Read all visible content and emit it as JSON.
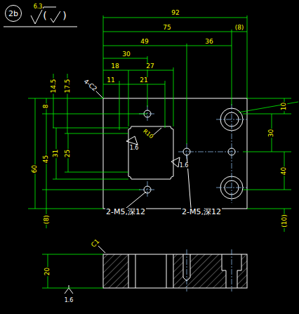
{
  "diagram": {
    "nodes": [
      {
        "text": [
          "2b"
        ]
      }
    ],
    "labels": [
      "6.3",
      "(",
      ")",
      "92",
      "75",
      "(8)",
      "49",
      "36",
      "30",
      "27",
      "18",
      "11",
      "21",
      "4-C2",
      "14.5",
      "17.5",
      "8",
      "60",
      "45",
      "31",
      "25",
      "(8)",
      "10",
      "30",
      "40",
      "(10)",
      "R10",
      "1.6",
      "1.6",
      "2-M5,深12",
      "2-M5,深12",
      "C1",
      "20",
      "1.6"
    ]
  }
}
